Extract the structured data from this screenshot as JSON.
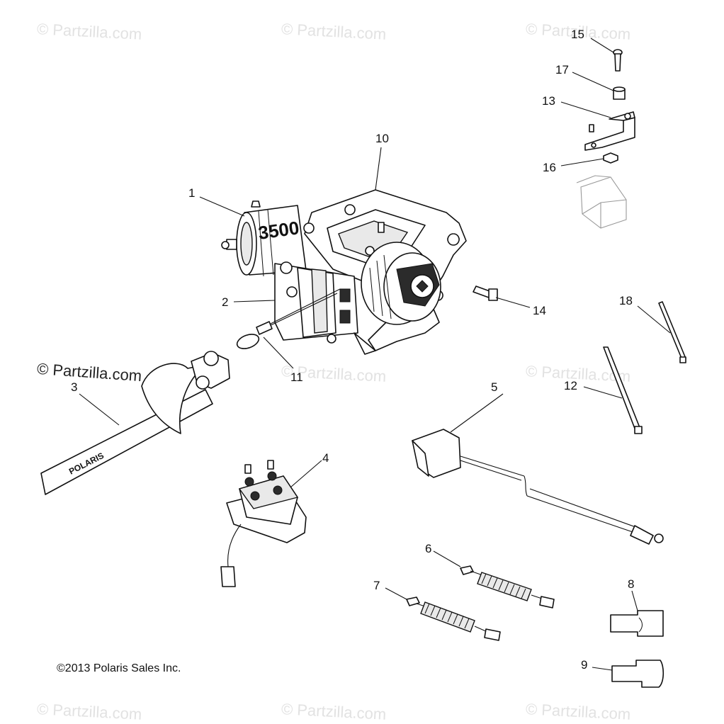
{
  "watermarks": [
    "© Partzilla.com",
    "© Partzilla.com",
    "© Partzilla.com",
    "© Partzilla.com",
    "© Partzilla.com",
    "© Partzilla.com",
    "© Partzilla.com",
    "© Partzilla.com",
    "© Partzilla.com"
  ],
  "watermark_dark": "© Partzilla.com",
  "callouts": [
    "1",
    "2",
    "3",
    "4",
    "5",
    "6",
    "7",
    "8",
    "9",
    "10",
    "11",
    "12",
    "13",
    "14",
    "15",
    "16",
    "17",
    "18"
  ],
  "strap_text": "POLARIS",
  "winch_label": "3500",
  "copyright": "©2013 Polaris Sales Inc.",
  "colors": {
    "line": "#111111",
    "watermark": "#e2e2e2",
    "background": "#ffffff"
  }
}
